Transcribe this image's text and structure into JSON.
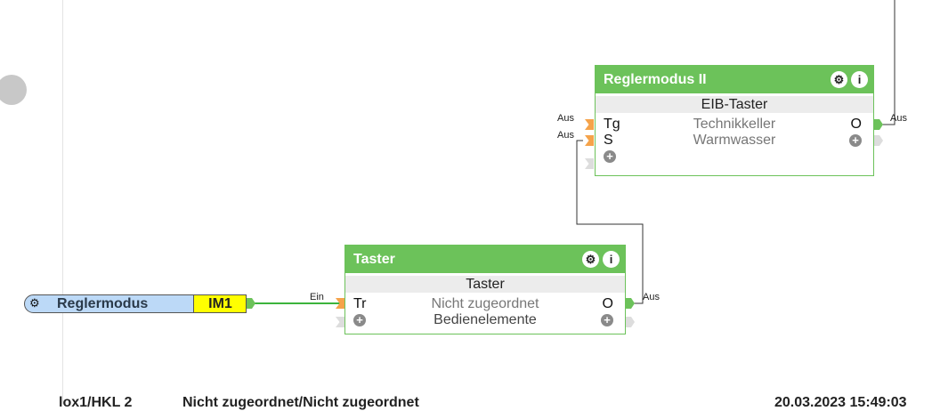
{
  "blocks": [
    {
      "title": "Reglermodus II",
      "type": "EIB-Taster",
      "inputs": [
        {
          "pin": "Tg",
          "label": "Technikkeller",
          "wire": "Aus"
        },
        {
          "pin": "S",
          "label": "Warmwasser",
          "wire": "Aus"
        }
      ],
      "output": {
        "pin": "O",
        "wire": "Aus"
      },
      "gear": "gear-icon",
      "info": "info-icon"
    },
    {
      "title": "Taster",
      "type": "Taster",
      "inputs": [
        {
          "pin": "Tr",
          "label": "Nicht zugeordnet",
          "wire": "Ein"
        }
      ],
      "extra_label": "Bedienelemente",
      "output": {
        "pin": "O",
        "wire": "Aus"
      }
    }
  ],
  "input_block": {
    "name": "Reglermodus",
    "tag": "IM1"
  },
  "footer": {
    "path": "lox1/HKL 2",
    "assignment": "Nicht zugeordnet/Nicht zugeordnet",
    "timestamp": "20.03.2023 15:49:03"
  },
  "colors": {
    "block_green": "#6cc25a",
    "input_blue": "#bcd9f7",
    "tag_yellow": "#ffff00",
    "port_orange": "#f5a34a"
  }
}
